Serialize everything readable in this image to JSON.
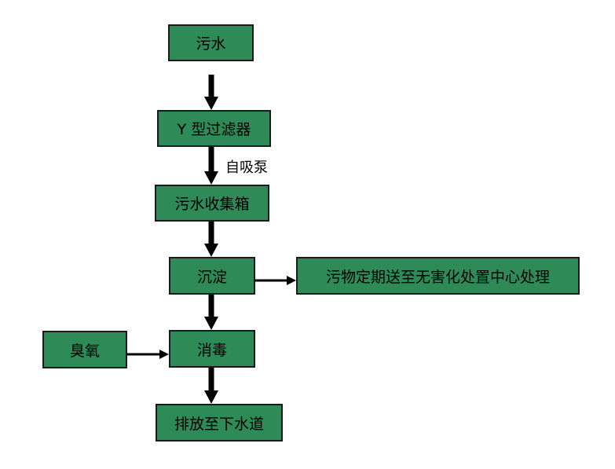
{
  "colors": {
    "node_fill": "#2e8b57",
    "node_border": "#1a1a1a",
    "arrow": "#000000",
    "text": "#000000"
  },
  "nodes": {
    "sewage": "污水",
    "y_filter": "Y 型过滤器",
    "collection_tank": "污水收集箱",
    "sedimentation": "沉淀",
    "sludge_disposal": "污物定期送至无害化处置中心处理",
    "ozone": "臭氧",
    "disinfection": "消毒",
    "discharge": "排放至下水道"
  },
  "edge_labels": {
    "self_priming_pump": "自吸泵"
  },
  "edges": [
    {
      "from": "sewage",
      "to": "y_filter"
    },
    {
      "from": "y_filter",
      "to": "collection_tank",
      "label": "self_priming_pump"
    },
    {
      "from": "collection_tank",
      "to": "sedimentation"
    },
    {
      "from": "sedimentation",
      "to": "sludge_disposal"
    },
    {
      "from": "sedimentation",
      "to": "disinfection"
    },
    {
      "from": "ozone",
      "to": "disinfection"
    },
    {
      "from": "disinfection",
      "to": "discharge"
    }
  ]
}
